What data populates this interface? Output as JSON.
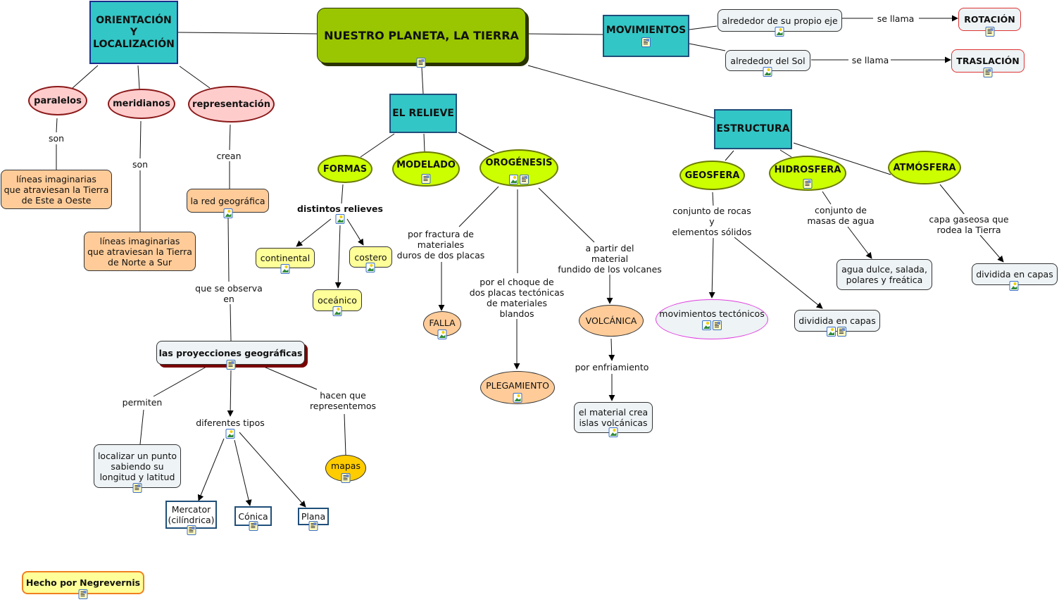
{
  "map": {
    "title": "NUESTRO PLANETA, LA TIERRA",
    "credit": "Hecho por Negrevernis",
    "nodes": {
      "root": "NUESTRO PLANETA, LA TIERRA",
      "orientacion": "ORIENTACIÓN\nY\nLOCALIZACIÓN",
      "movimientos": "MOVIMIENTOS",
      "relieve": "EL RELIEVE",
      "estructura": "ESTRUCTURA",
      "propio_eje": "alrededor de su propio eje",
      "del_sol": "alrededor del Sol",
      "rotacion": "ROTACIÓN",
      "traslacion": "TRASLACIÓN",
      "paralelos": "paralelos",
      "meridianos": "meridianos",
      "representacion": "representación",
      "lineas_este_oeste": "líneas imaginarias\nque atraviesan la Tierra\nde Este a Oeste",
      "lineas_norte_sur": "líneas imaginarias\nque atraviesan la Tierra\nde Norte a Sur",
      "red_geografica": "la red geográfica",
      "proyecciones": "las proyecciones geográficas",
      "localizar": "localizar un punto\nsabiendo su\nlongitud y latitud",
      "mercator": "Mercator\n(cilíndrica)",
      "conica": "Cónica",
      "plana": "Plana",
      "mapas": "mapas",
      "formas": "FORMAS",
      "modelado": "MODELADO",
      "orogenesis": "OROGÉNESIS",
      "continental": "continental",
      "costero": "costero",
      "oceanico": "oceánico",
      "falla": "FALLA",
      "plegamiento": "PLEGAMIENTO",
      "volcanica": "VOLCÁNICA",
      "islas": "el material crea\nislas volcánicas",
      "geosfera": "GEOSFERA",
      "hidrosfera": "HIDROSFERA",
      "atmosfera": "ATMÓSFERA",
      "mov_tectonicos": "movimientos tectónicos",
      "dividida_geo": "dividida en capas",
      "agua": "agua dulce, salada,\npolares y freática",
      "dividida_atm": "dividida en capas"
    },
    "link_labels": {
      "se_llama_1": "se llama",
      "se_llama_2": "se llama",
      "son_1": "son",
      "son_2": "son",
      "crean": "crean",
      "que_se_observa": "que se observa\nen",
      "permiten": "permiten",
      "diferentes_tipos": "diferentes tipos",
      "hacen_que": "hacen que\nrepresentemos",
      "distintos_relieves": "distintos relieves",
      "por_fractura": "por fractura de\nmateriales\nduros de dos placas",
      "por_choque": "por el choque de\ndos placas tectónicas\nde materiales\nblandos",
      "a_partir": "a partir del\nmaterial\nfundido de los volcanes",
      "por_enfriamiento": "por enfriamiento",
      "conjunto_rocas": "conjunto de rocas\ny\nelementos sólidos",
      "conjunto_masas": "conjunto de\nmasas de agua",
      "capa_gaseosa": "capa gaseosa que rodea la Tierra"
    },
    "icon_types": [
      "image-resource-icon",
      "document-resource-icon"
    ]
  }
}
